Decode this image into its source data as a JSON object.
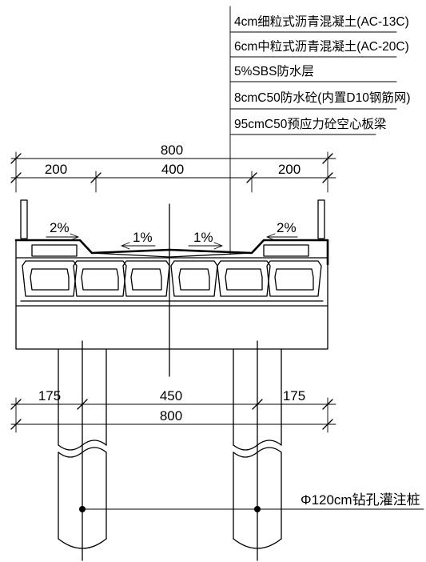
{
  "layers": [
    "4cm细粒式沥青混凝土(AC-13C)",
    "6cm中粒式沥青混凝土(AC-20C)",
    "5%SBS防水层",
    "8cmC50防水砼(内置D10钢筋网)",
    "95cmC50预应力砼空心板梁"
  ],
  "top_dimensions": {
    "total": "800",
    "left": "200",
    "middle": "400",
    "right": "200"
  },
  "slopes": {
    "outer_left": "2%",
    "inner_left": "1%",
    "inner_right": "1%",
    "outer_right": "2%"
  },
  "bottom_dimensions": {
    "left": "175",
    "middle": "450",
    "right": "175",
    "total": "800"
  },
  "pile_label": "Φ120cm钻孔灌注桩"
}
